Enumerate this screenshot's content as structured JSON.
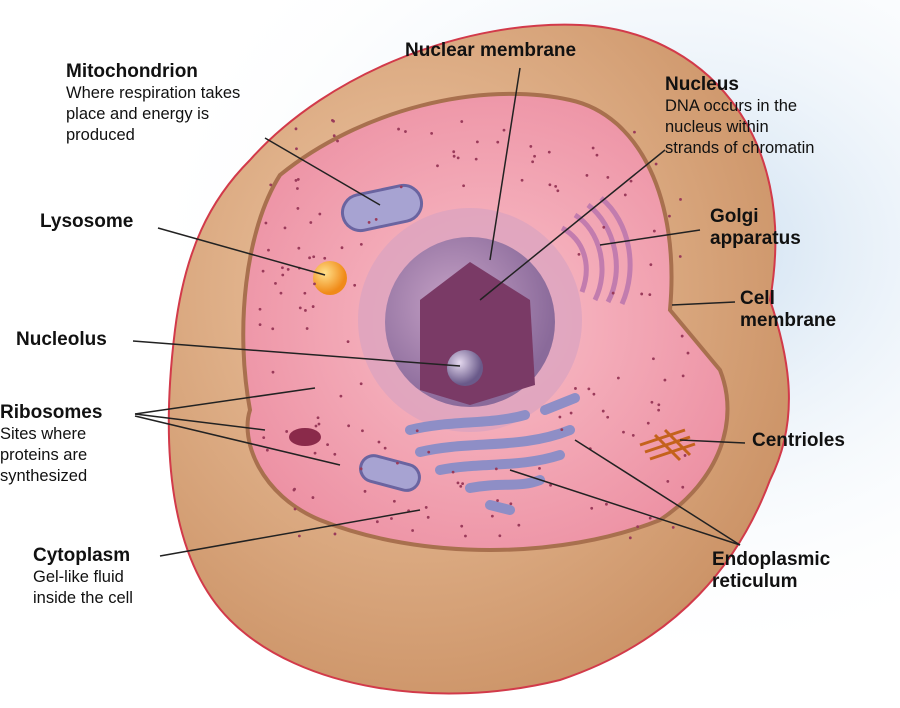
{
  "labels": {
    "mitochondrion": {
      "title": "Mitochondrion",
      "desc": [
        "Where respiration takes",
        "place and energy is",
        "produced"
      ]
    },
    "nuclear_membrane": {
      "title": "Nuclear membrane"
    },
    "nucleus": {
      "title": "Nucleus",
      "desc": [
        "DNA occurs in the",
        "nucleus within",
        "strands of chromatin"
      ]
    },
    "lysosome": {
      "title": "Lysosome"
    },
    "golgi": {
      "title": [
        "Golgi",
        "apparatus"
      ]
    },
    "cell_membrane": {
      "title": [
        "Cell",
        "membrane"
      ]
    },
    "nucleolus": {
      "title": "Nucleolus"
    },
    "ribosomes": {
      "title": "Ribosomes",
      "desc": [
        "Sites where",
        "proteins are",
        "synthesized"
      ]
    },
    "centrioles": {
      "title": "Centrioles"
    },
    "cytoplasm": {
      "title": "Cytoplasm",
      "desc": [
        "Gel-like fluid",
        "inside the cell"
      ]
    },
    "er": {
      "title": [
        "Endoplasmic",
        "reticulum"
      ]
    }
  },
  "colors": {
    "cytoplasm": "#f2a6b4",
    "outer": "#dba77f",
    "nucleus": "#8b4a7a",
    "membrane": "#d23a4a",
    "glow": "#d6e6f4"
  }
}
